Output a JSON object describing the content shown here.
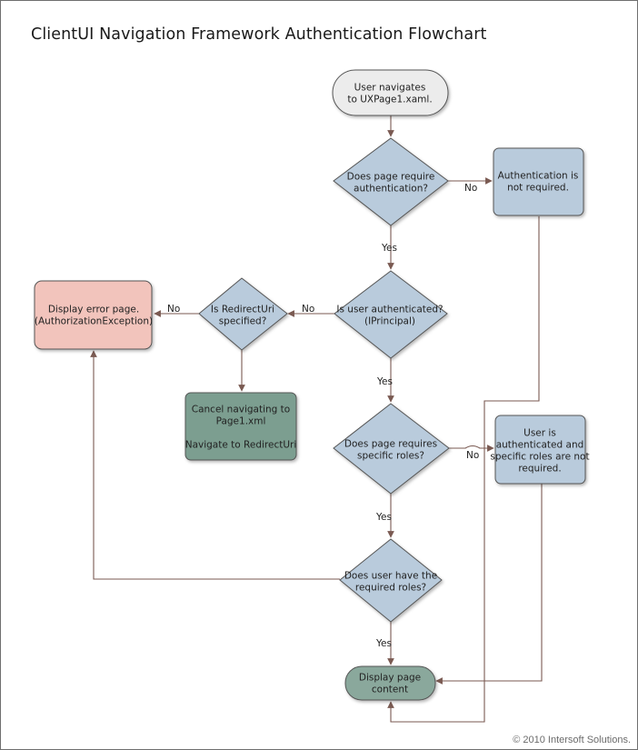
{
  "title": "ClientUI Navigation Framework Authentication Flowchart",
  "copyright": "© 2010 Intersoft Solutions.",
  "colors": {
    "decision": "#b9cbdc",
    "process_blue": "#b9cbdc",
    "terminal_start": "#ececec",
    "terminal_end": "#8aa89c",
    "error": "#f2c4bc",
    "action_green": "#7c9e90",
    "stroke": "#555555",
    "edge": "#7a5a52"
  },
  "nodes": {
    "start": {
      "lines": [
        "User navigates",
        "to UXPage1.xaml."
      ]
    },
    "q_require_auth": {
      "lines": [
        "Does page require",
        "authentication?"
      ]
    },
    "auth_not_required": {
      "lines": [
        "Authentication is",
        "not required."
      ]
    },
    "q_user_authenticated": {
      "lines": [
        "Is user authenticated?",
        "(IPrincipal)"
      ]
    },
    "q_redirect": {
      "lines": [
        "Is RedirectUri",
        "specified?"
      ]
    },
    "error_page": {
      "lines": [
        "Display error page.",
        "(AuthorizationException)"
      ]
    },
    "cancel_nav": {
      "lines": [
        "Cancel navigating to",
        "Page1.xml",
        "",
        "Navigate to RedirectUri"
      ]
    },
    "q_specific_roles": {
      "lines": [
        "Does page requires",
        "specific roles?"
      ]
    },
    "roles_not_required": {
      "lines": [
        "User is",
        "authenticated and",
        "specific roles are not",
        "required."
      ]
    },
    "q_has_roles": {
      "lines": [
        "Does user have the",
        "required roles?"
      ]
    },
    "display_content": {
      "lines": [
        "Display page",
        "content"
      ]
    }
  },
  "edge_labels": {
    "no_1": "No",
    "yes_1": "Yes",
    "no_2": "No",
    "no_3": "No",
    "yes_2": "Yes",
    "no_4": "No",
    "yes_3": "Yes",
    "yes_4": "Yes"
  }
}
